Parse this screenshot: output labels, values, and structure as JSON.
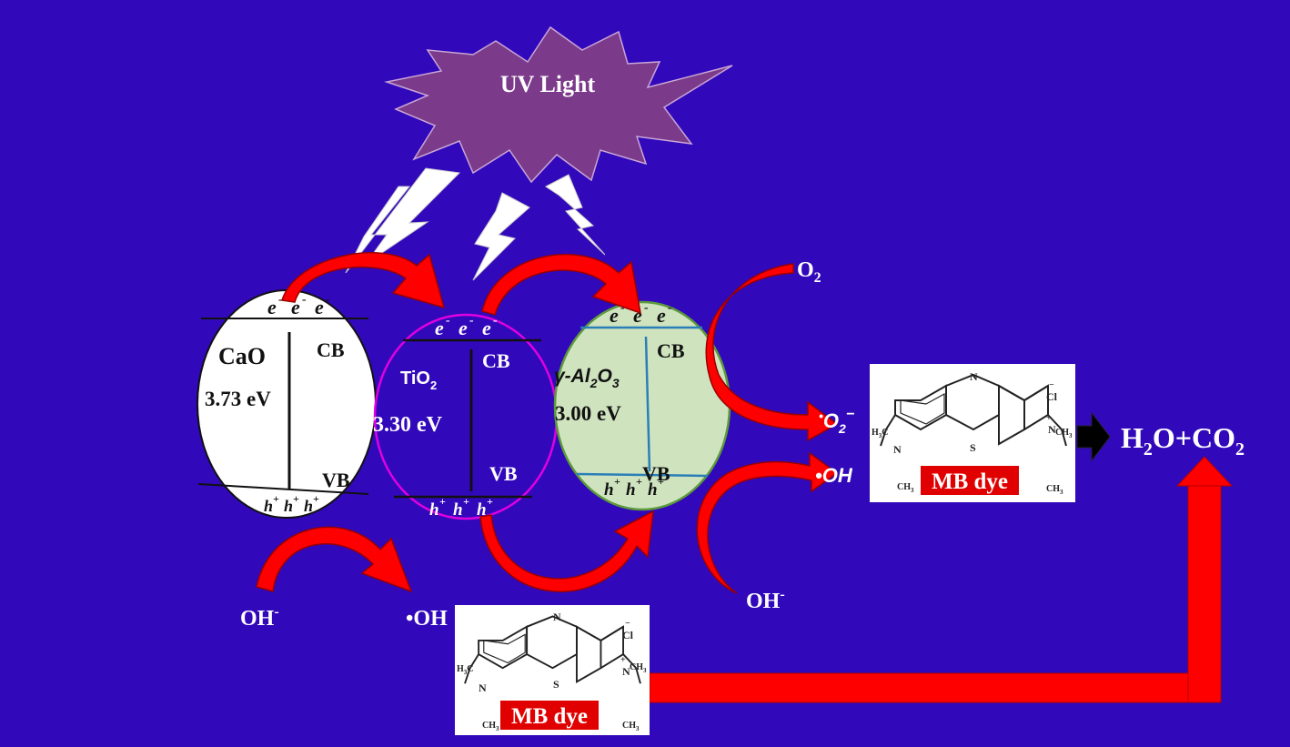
{
  "uv_light": {
    "label": "UV Light"
  },
  "cao": {
    "name": "CaO",
    "cb": "CB",
    "vb": "VB",
    "gap": "3.73 eV",
    "electrons": [
      "e",
      "e",
      "e"
    ],
    "electron_charge": "-",
    "holes": [
      "h",
      "h",
      "h"
    ],
    "hole_charge": "+"
  },
  "tio2": {
    "name_base": "TiO",
    "name_sub": "2",
    "cb": "CB",
    "vb": "VB",
    "gap": "3.30 eV",
    "electrons": [
      "e",
      "e",
      "e"
    ],
    "electron_charge": "-",
    "holes": [
      "h",
      "h",
      "h"
    ],
    "hole_charge": "+"
  },
  "al2o3": {
    "name_prefix": "γ-Al",
    "name_sub1": "2",
    "name_mid": "O",
    "name_sub2": "3",
    "cb": "CB",
    "vb": "VB",
    "gap": "3.00 eV",
    "electrons": [
      "e",
      "e",
      "e"
    ],
    "electron_charge": "-",
    "holes": [
      "h",
      "h",
      "h"
    ],
    "hole_charge": "+"
  },
  "species": {
    "o2_base": "O",
    "o2_sub": "2",
    "superoxide_dot": "•",
    "superoxide_base": "O",
    "superoxide_sub": "2",
    "superoxide_charge": "−",
    "hydroxyl_radical_right": "•OH",
    "hydroxide_right_base": "OH",
    "hydroxide_right_charge": "-",
    "hydroxide_left_base": "OH",
    "hydroxide_left_charge": "-",
    "hydroxyl_radical_left": "•OH"
  },
  "products": {
    "h": "H",
    "sub1": "2",
    "mid": "O+CO",
    "sub2": "2"
  },
  "mb_dye": {
    "label": "MB dye",
    "n_top": "N",
    "s_ring": "S",
    "n_left": "N",
    "n_right": "N",
    "plus": "+",
    "cl": "Cl",
    "cl_charge": "−",
    "h3c_left": "H",
    "h3c_left_sub": "3",
    "h3c_left_c": "C",
    "ch3_right": "CH",
    "ch3_right_sub": "3",
    "ch3_bottom_left": "CH",
    "ch3_bottom_left_sub": "3",
    "ch3_bottom_right": "CH",
    "ch3_bottom_right_sub": "3"
  },
  "colors": {
    "background": "#3208bb",
    "uv_star": "#7b3a8a",
    "arrow_red": "#ff0000",
    "arrow_dark_red": "#b30000",
    "al2o3_fill": "#cfe3bf",
    "tio2_border": "#e000e0",
    "al2o3_border": "#5c9a3c",
    "al2o3_band": "#2a7fb8",
    "mb_label_bg": "#e00000"
  }
}
